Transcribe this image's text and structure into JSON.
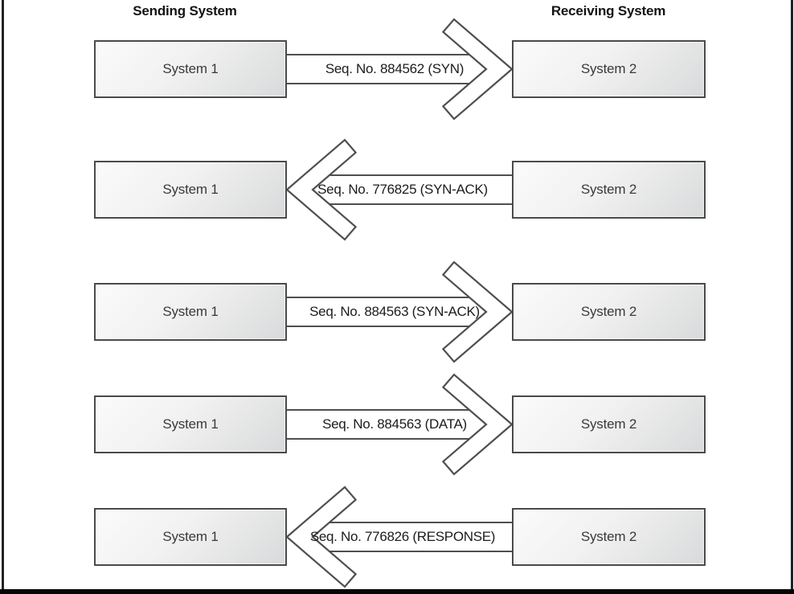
{
  "diagram": {
    "left_column_header": "Sending System",
    "right_column_header": "Receiving System"
  },
  "rows": [
    {
      "left_box_label": "System 1",
      "right_box_label": "System 2",
      "message": "Seq. No. 884562 (SYN)",
      "direction": "right"
    },
    {
      "left_box_label": "System 1",
      "right_box_label": "System 2",
      "message": "Seq. No. 776825 (SYN-ACK)",
      "direction": "left"
    },
    {
      "left_box_label": "System 1",
      "right_box_label": "System 2",
      "message": "Seq. No. 884563 (SYN-ACK)",
      "direction": "right"
    },
    {
      "left_box_label": "System 1",
      "right_box_label": "System 2",
      "message": "Seq. No. 884563 (DATA)",
      "direction": "right"
    },
    {
      "left_box_label": "System 1",
      "right_box_label": "System 2",
      "message": "Seq. No. 776826 (RESPONSE)",
      "direction": "left"
    }
  ],
  "colors": {
    "box_border": "#4a4a4a",
    "arrow_stroke": "#4f4f4f",
    "frame": "#111111"
  }
}
